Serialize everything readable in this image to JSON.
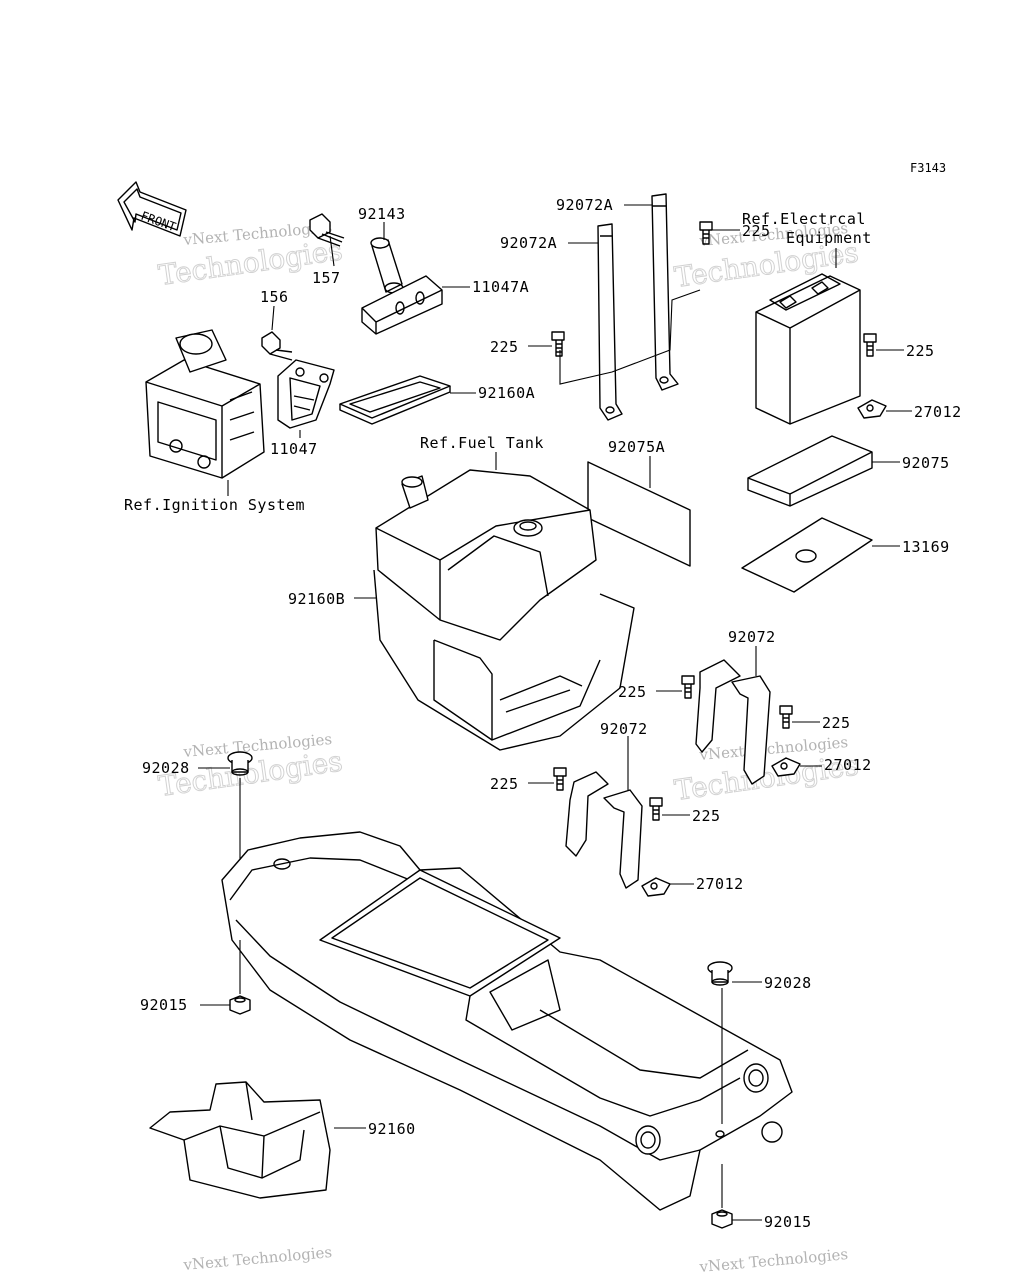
{
  "figure_code": "F3143",
  "front_label": "FRONT",
  "ref_labels": {
    "ignition": "Ref.Ignition System",
    "fuel_tank": "Ref.Fuel Tank",
    "electrical_line1": "Ref.Electrcal",
    "electrical_line2": "Equipment"
  },
  "part_numbers": {
    "p157": "157",
    "p92143": "92143",
    "p11047A": "11047A",
    "p156": "156",
    "p11047": "11047",
    "p92160A": "92160A",
    "p92072A_top": "92072A",
    "p92072A_left": "92072A",
    "p225_a": "225",
    "p225_b": "225",
    "p225_c": "225",
    "p27012_a": "27012",
    "p92075A": "92075A",
    "p92075": "92075",
    "p13169": "13169",
    "p92160B": "92160B",
    "p92072_right": "92072",
    "p225_d": "225",
    "p225_e": "225",
    "p27012_b": "27012",
    "p92072_mid": "92072",
    "p225_f": "225",
    "p225_g": "225",
    "p27012_c": "27012",
    "p92028_left": "92028",
    "p92015_left": "92015",
    "p92028_right": "92028",
    "p92160": "92160",
    "p92015_bottom": "92015"
  },
  "watermark": {
    "line1": "vNext Technologies",
    "line2": "Technologies"
  }
}
